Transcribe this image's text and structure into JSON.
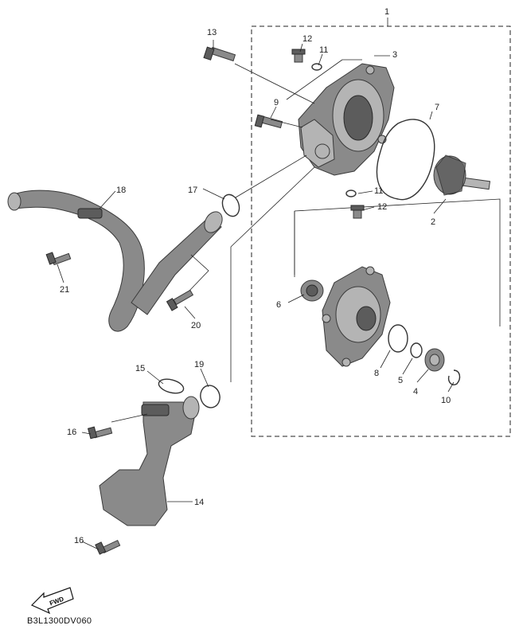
{
  "callouts": {
    "c1": "1",
    "c2": "2",
    "c3": "3",
    "c4": "4",
    "c5": "5",
    "c6": "6",
    "c7": "7",
    "c8": "8",
    "c9": "9",
    "c10": "10",
    "c11a": "11",
    "c11b": "11",
    "c12a": "12",
    "c12b": "12",
    "c13": "13",
    "c14": "14",
    "c15": "15",
    "c16a": "16",
    "c16b": "16",
    "c17": "17",
    "c18": "18",
    "c19": "19",
    "c20": "20",
    "c21": "21"
  },
  "fwd_label": "FWD",
  "diagram_code": "B3L1300DV060"
}
